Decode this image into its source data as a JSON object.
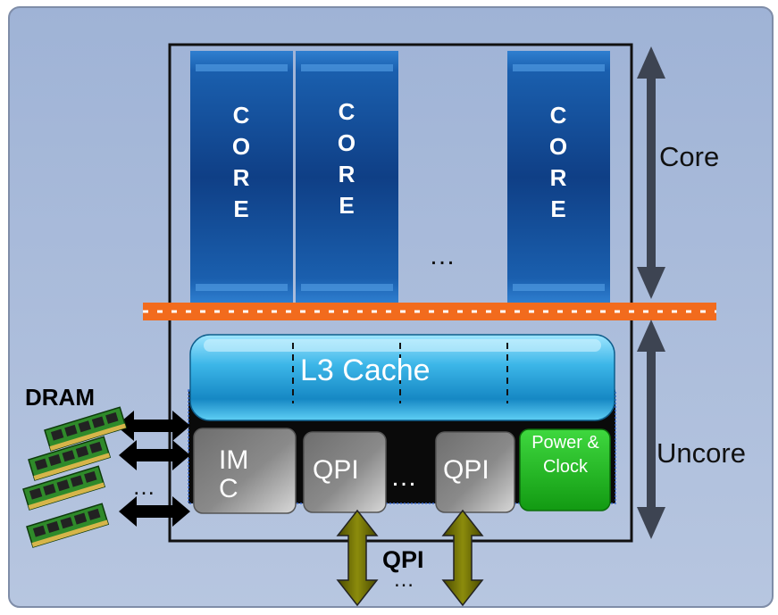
{
  "cores": [
    {
      "label": "CORE"
    },
    {
      "label": "CORE"
    },
    {
      "label": "CORE"
    }
  ],
  "core_ellipsis": "…",
  "side_labels": {
    "core": "Core",
    "uncore": "Uncore"
  },
  "cache": {
    "label": "L3 Cache"
  },
  "uncore_blocks": {
    "imc": "IM C",
    "qpi_1": "QPI",
    "qpi_2": "QPI",
    "ellipsis": "…",
    "power_clock": "Power & Clock"
  },
  "dram": {
    "label": "DRAM",
    "ellipsis": "…"
  },
  "qpi_links": {
    "label": "QPI",
    "ellipsis": "…"
  },
  "colors": {
    "background": "#aec0de",
    "core_blue": "#1e5fa8",
    "interconnect_orange": "#f26b1d",
    "cache_cyan": "#2aa3d8",
    "power_green": "#1fb81f",
    "link_olive": "#6b6b00",
    "arrow_dark": "#3d4452"
  }
}
